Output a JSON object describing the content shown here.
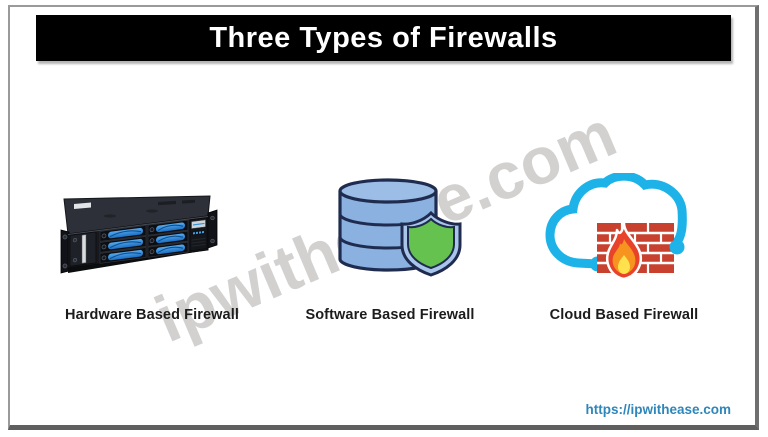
{
  "header": {
    "title": "Three Types of Firewalls",
    "bar_color": "#000000",
    "title_color": "#ffffff"
  },
  "items": [
    {
      "id": "hardware",
      "label": "Hardware Based Firewall",
      "icon": "hardware-firewall-appliance-icon"
    },
    {
      "id": "software",
      "label": "Software Based Firewall",
      "icon": "database-shield-icon"
    },
    {
      "id": "cloud",
      "label": "Cloud Based Firewall",
      "icon": "cloud-brick-wall-flame-icon"
    }
  ],
  "watermark": {
    "text": "ipwithease.com",
    "color": "rgba(150,146,142,0.42)"
  },
  "footer": {
    "url": "https://ipwithease.com",
    "color": "#2e86ba"
  },
  "colors": {
    "label_text": "#1c1c1c",
    "server_chassis": "#2d3038",
    "server_face": "#17191e",
    "server_bay_blue": "#2f8fd9",
    "database_blue": "#8ab1e0",
    "outline_navy": "#1f2c50",
    "shield_rim_blue": "#a9c6ea",
    "shield_green": "#66c24e",
    "cloud_cyan": "#1db3e8",
    "brick_red": "#c8402e",
    "flame_outer": "#e8432a",
    "flame_mid": "#f79420",
    "flame_core": "#ffe14e",
    "frame_border": "#9a9a9a"
  }
}
